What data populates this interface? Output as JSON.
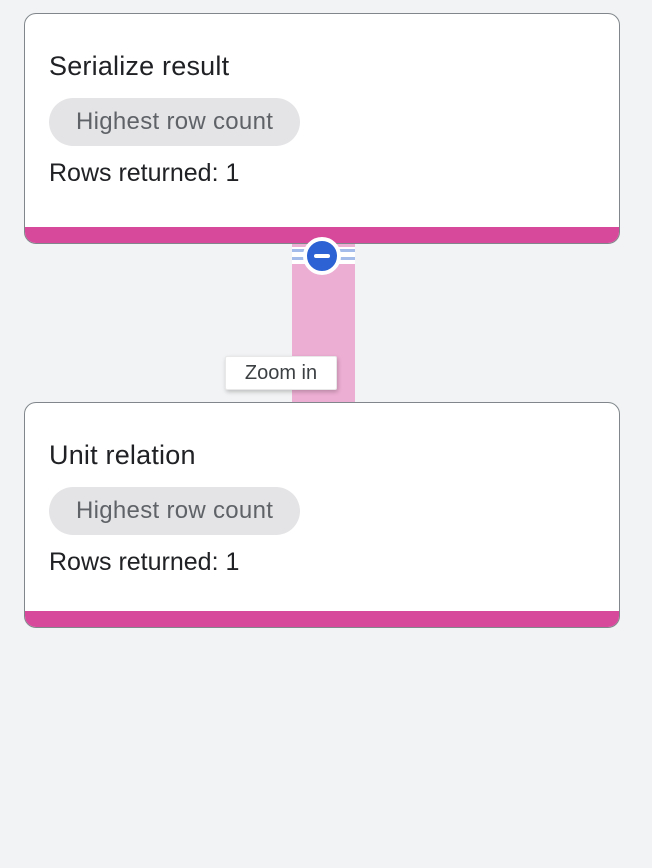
{
  "nodes": [
    {
      "title": "Serialize result",
      "badge": "Highest row count",
      "rows_returned": "Rows returned: 1",
      "accent_color": "#d6499b"
    },
    {
      "title": "Unit relation",
      "badge": "Highest row count",
      "rows_returned": "Rows returned: 1",
      "accent_color": "#d6499b"
    }
  ],
  "edge": {
    "tooltip": "Zoom in",
    "band_color": "#edaed3",
    "button": {
      "icon": "minus-icon",
      "color": "#2c62d3"
    }
  },
  "colors": {
    "canvas_background": "#f1f3f4",
    "card_border": "#80868b",
    "badge_background": "#e4e4e6",
    "badge_text": "#5f6368",
    "title_text": "#202124",
    "stripe_blue": "#a3bce9",
    "tooltip_text": "#3c4043"
  }
}
